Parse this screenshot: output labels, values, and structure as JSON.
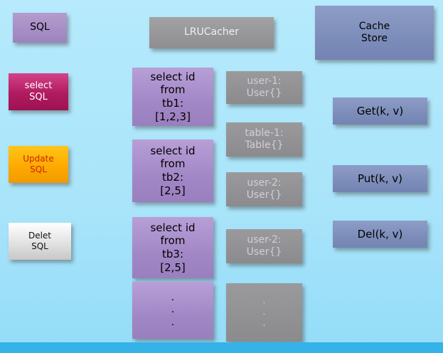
{
  "colors": {
    "background_top": "#b6eafc",
    "background_bottom": "#93dcf8",
    "bottom_strip": "#35b2e8",
    "purple_box": "#a287c6",
    "crimson_box": "#b01b60",
    "orange_box": "#ffaa00",
    "gray_box": "#8e8e90",
    "slate_box": "#7d8dba",
    "update_text": "#cc2200",
    "entry_text": "#d2ccdc"
  },
  "left_column": {
    "sql": "SQL",
    "select_sql": "select\nSQL",
    "update_sql": "Update\nSQL",
    "delete_sql": "Delet\nSQL"
  },
  "lru": {
    "title": "LRUCacher",
    "queries": [
      "select id\nfrom\ntb1:\n[1,2,3]",
      "select id\nfrom\ntb2:\n[2,5]",
      "select id\nfrom\ntb3:\n[2,5]",
      ".\n.\n."
    ],
    "entries": [
      "user-1:\nUser{}",
      "table-1:\nTable{}",
      "user-2:\nUser{}",
      "user-2:\nUser{}",
      ".\n.\n."
    ]
  },
  "cache_store": {
    "title": "Cache\nStore",
    "ops": [
      "Get(k, v)",
      "Put(k, v)",
      "Del(k, v)"
    ]
  }
}
